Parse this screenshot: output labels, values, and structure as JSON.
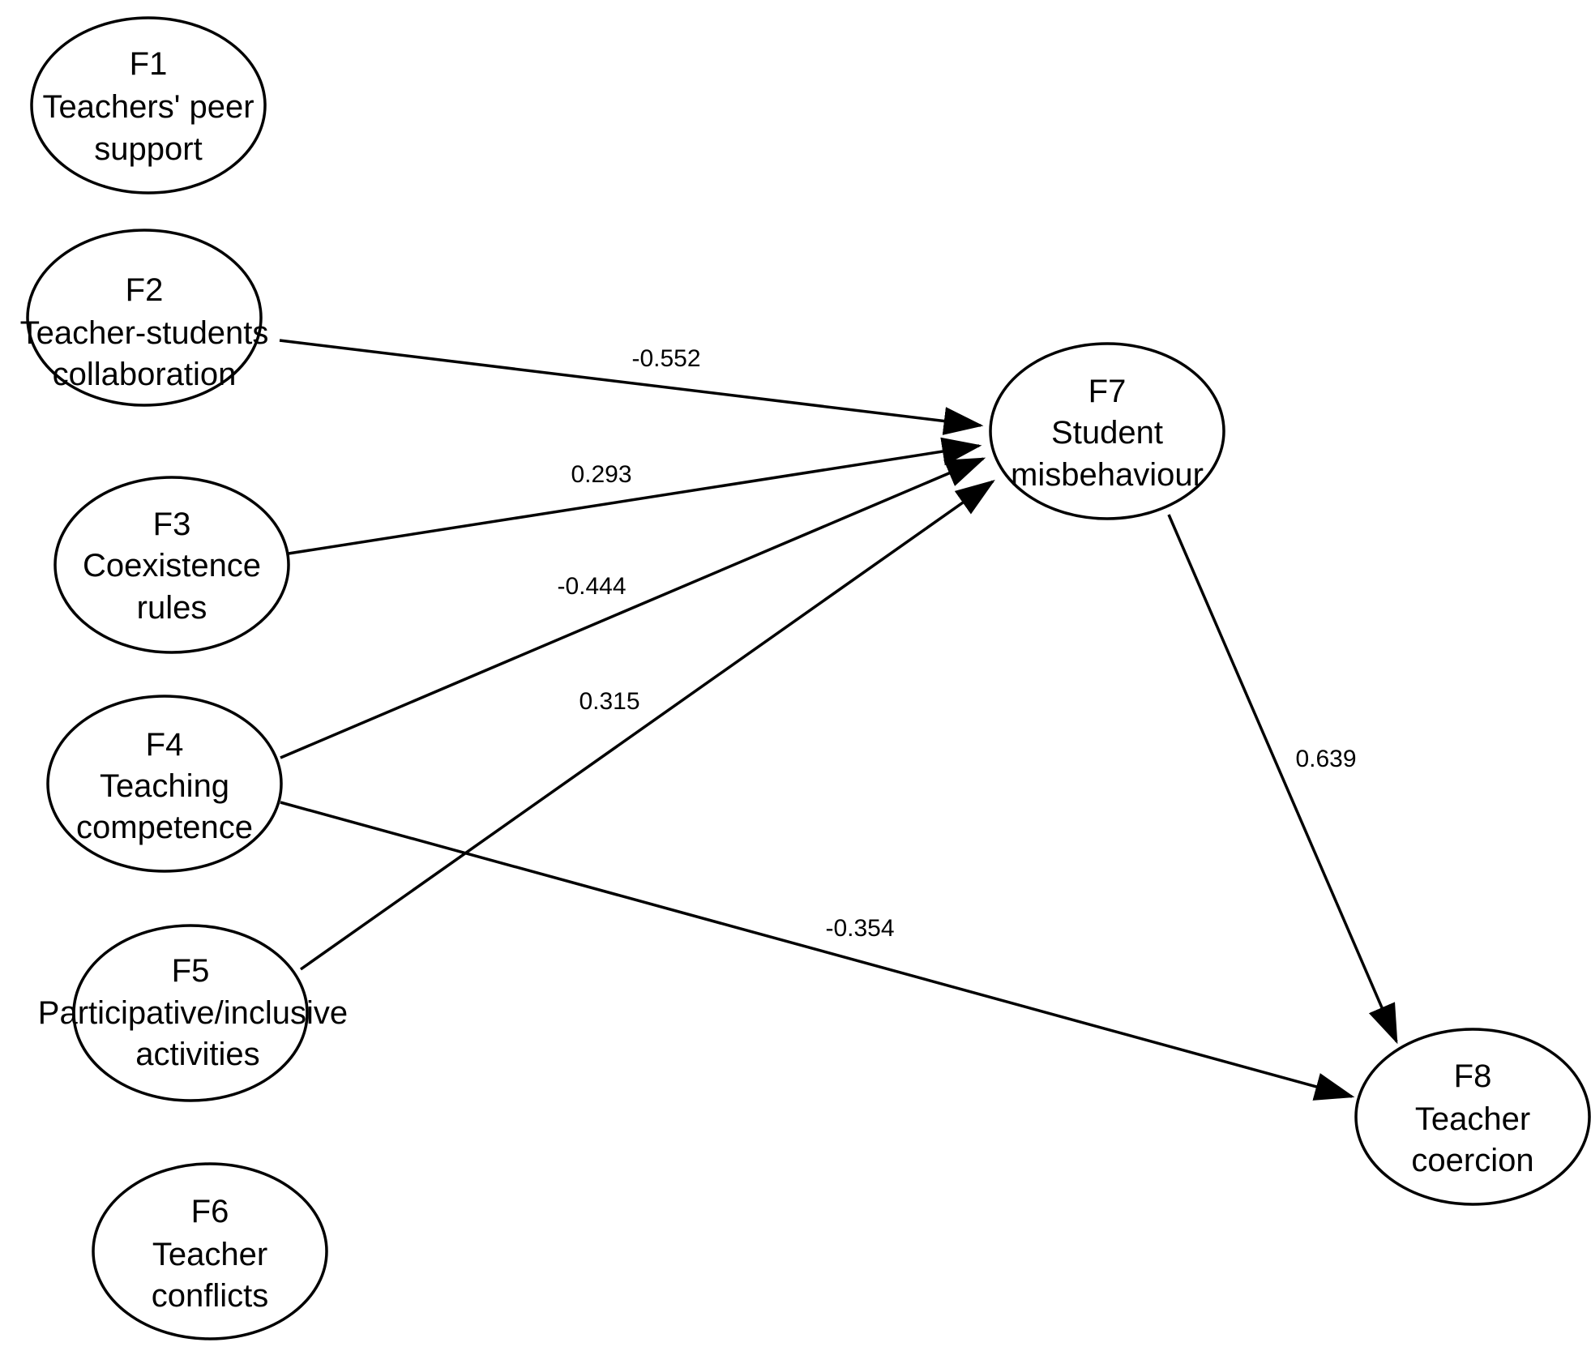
{
  "nodes": [
    {
      "id": "F1",
      "label": "F1",
      "lines": [
        "Teachers' peer",
        "support"
      ]
    },
    {
      "id": "F2",
      "label": "F2",
      "lines": [
        "Teacher-students",
        "collaboration"
      ]
    },
    {
      "id": "F3",
      "label": "F3",
      "lines": [
        "Coexistence",
        "rules"
      ]
    },
    {
      "id": "F4",
      "label": "F4",
      "lines": [
        "Teaching",
        "competence"
      ]
    },
    {
      "id": "F5",
      "label": "F5",
      "lines": [
        "Participative/inclusive",
        "activities"
      ]
    },
    {
      "id": "F6",
      "label": "F6",
      "lines": [
        "Teacher",
        "conflicts"
      ]
    },
    {
      "id": "F7",
      "label": "F7",
      "lines": [
        "Student",
        "misbehaviour"
      ]
    },
    {
      "id": "F8",
      "label": "F8",
      "lines": [
        "Teacher",
        "coercion"
      ]
    }
  ],
  "edges": [
    {
      "from": "F2",
      "to": "F7",
      "weight": "-0.552"
    },
    {
      "from": "F3",
      "to": "F7",
      "weight": "0.293"
    },
    {
      "from": "F4",
      "to": "F7",
      "weight": "-0.444"
    },
    {
      "from": "F5",
      "to": "F7",
      "weight": "0.315"
    },
    {
      "from": "F7",
      "to": "F8",
      "weight": "0.639"
    },
    {
      "from": "F4",
      "to": "F8",
      "weight": "-0.354"
    }
  ],
  "colors": {
    "stroke": "#000000",
    "background": "#ffffff"
  }
}
